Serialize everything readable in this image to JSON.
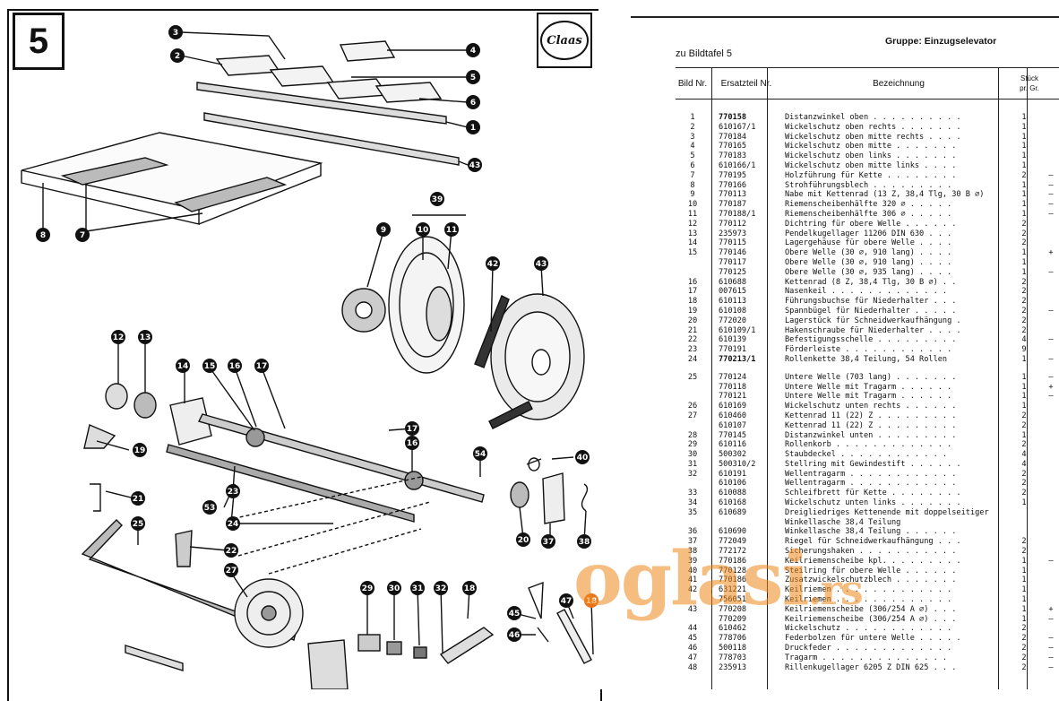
{
  "plate": {
    "number": "5",
    "logo_text": "Claas"
  },
  "diagram": {
    "callouts": [
      "3",
      "2",
      "4",
      "5",
      "6",
      "1",
      "43",
      "8",
      "7",
      "39",
      "9",
      "10",
      "11",
      "42",
      "43",
      "12",
      "13",
      "14",
      "15",
      "16",
      "17",
      "19",
      "17",
      "16",
      "54",
      "40",
      "21",
      "23",
      "53",
      "24",
      "25",
      "22",
      "20",
      "37",
      "38",
      "27",
      "29",
      "30",
      "31",
      "32",
      "18",
      "45",
      "46",
      "47",
      "18"
    ]
  },
  "table": {
    "group_title": "Gruppe: Einzugselevator",
    "plate_ref": "zu Bildtafel 5",
    "headers": {
      "bild": "Bild Nr.",
      "part": "Ersatzteil Nr.",
      "desc": "Bezeichnung",
      "qty": "Stück pr. Gr."
    },
    "rows": [
      {
        "bild": "1",
        "part": "770158",
        "desc": "Distanzwinkel oben . . . . . . . . . .",
        "qty": "1",
        "mark": "",
        "bold": true
      },
      {
        "bild": "2",
        "part": "610167/1",
        "desc": "Wickelschutz oben rechts . . . . . . .",
        "qty": "1",
        "mark": ""
      },
      {
        "bild": "3",
        "part": "770184",
        "desc": "Wickelschutz oben mitte rechts . . . .",
        "qty": "1",
        "mark": ""
      },
      {
        "bild": "4",
        "part": "770165",
        "desc": "Wickelschutz oben mitte . . . . . . .",
        "qty": "1",
        "mark": ""
      },
      {
        "bild": "5",
        "part": "770183",
        "desc": "Wickelschutz oben links . . . . . . .",
        "qty": "1",
        "mark": ""
      },
      {
        "bild": "6",
        "part": "610166/1",
        "desc": "Wickelschutz oben mitte links . . . .",
        "qty": "1",
        "mark": ""
      },
      {
        "bild": "7",
        "part": "770195",
        "desc": "Holzführung für Kette . . . . . . . .",
        "qty": "2",
        "mark": "—"
      },
      {
        "bild": "8",
        "part": "770166",
        "desc": "Strohführungsblech . . . . . . . . .",
        "qty": "1",
        "mark": "—"
      },
      {
        "bild": "9",
        "part": "770113",
        "desc": "Nabe mit Kettenrad (13 Z, 38,4 Tlg, 30 B ⌀)",
        "qty": "1",
        "mark": "—"
      },
      {
        "bild": "10",
        "part": "770187",
        "desc": "Riemenscheibenhälfte 320 ⌀ . . . . .",
        "qty": "1",
        "mark": "—"
      },
      {
        "bild": "11",
        "part": "770188/1",
        "desc": "Riemenscheibenhälfte 306 ⌀ . . . . .",
        "qty": "1",
        "mark": "—"
      },
      {
        "bild": "12",
        "part": "770112",
        "desc": "Dichtring für obere Welle . . . . . .",
        "qty": "2",
        "mark": ""
      },
      {
        "bild": "13",
        "part": "235973",
        "desc": "Pendelkugellager 11206 DIN 630 . . .",
        "qty": "2",
        "mark": ""
      },
      {
        "bild": "14",
        "part": "770115",
        "desc": "Lagergehäuse für obere Welle . . . .",
        "qty": "2",
        "mark": ""
      },
      {
        "bild": "15",
        "part": "770146",
        "desc": "Obere Welle (30 ⌀, 910 lang) . . . .",
        "qty": "1",
        "mark": "+"
      },
      {
        "bild": "",
        "part": "770117",
        "desc": "Obere Welle (30 ⌀, 910 lang) . . . .",
        "qty": "1",
        "mark": ""
      },
      {
        "bild": "",
        "part": "770125",
        "desc": "Obere Welle (30 ⌀, 935 lang) . . . .",
        "qty": "1",
        "mark": "—"
      },
      {
        "bild": "16",
        "part": "610688",
        "desc": "Kettenrad (8 Z, 38,4 Tlg, 30 B ⌀) . .",
        "qty": "2",
        "mark": ""
      },
      {
        "bild": "17",
        "part": "007615",
        "desc": "Nasenkeil . . . . . . . . . . . . .",
        "qty": "2",
        "mark": ""
      },
      {
        "bild": "18",
        "part": "610113",
        "desc": "Führungsbuchse für Niederhalter . . .",
        "qty": "2",
        "mark": ""
      },
      {
        "bild": "19",
        "part": "610108",
        "desc": "Spannbügel für Niederhalter . . . . .",
        "qty": "2",
        "mark": "—"
      },
      {
        "bild": "20",
        "part": "772020",
        "desc": "Lagerstück für Schneidwerkaufhängung .",
        "qty": "2",
        "mark": ""
      },
      {
        "bild": "21",
        "part": "610109/1",
        "desc": "Hakenschraube für Niederhalter . . . .",
        "qty": "2",
        "mark": ""
      },
      {
        "bild": "22",
        "part": "610139",
        "desc": "Befestigungsschelle . . . . . . . . .",
        "qty": "4",
        "mark": "—"
      },
      {
        "bild": "23",
        "part": "770191",
        "desc": "Förderleiste . . . . . . . . . . . .",
        "qty": "9",
        "mark": ""
      },
      {
        "bild": "24",
        "part": "770213/1",
        "desc": "Rollenkette 38,4 Teilung, 54 Rollen",
        "qty": "1",
        "mark": "—",
        "bold": true
      },
      {
        "gap": true
      },
      {
        "bild": "25",
        "part": "770124",
        "desc": "Untere Welle (703 lang) . . . . . . .",
        "qty": "1",
        "mark": "—"
      },
      {
        "bild": "",
        "part": "770118",
        "desc": "Untere Welle mit Tragarm . . . . . .",
        "qty": "1",
        "mark": "+"
      },
      {
        "bild": "",
        "part": "770121",
        "desc": "Untere Welle mit Tragarm . . . . . .",
        "qty": "1",
        "mark": "—"
      },
      {
        "bild": "26",
        "part": "610169",
        "desc": "Wickelschutz unten rechts . . . . . .",
        "qty": "1",
        "mark": ""
      },
      {
        "bild": "27",
        "part": "610460",
        "desc": "Kettenrad 11 (22) Z . . . . . . . . .",
        "qty": "2",
        "mark": ""
      },
      {
        "bild": "",
        "part": "610107",
        "desc": "Kettenrad 11 (22) Z . . . . . . . . .",
        "qty": "2",
        "mark": ""
      },
      {
        "bild": "28",
        "part": "770145",
        "desc": "Distanzwinkel unten . . . . . . . . .",
        "qty": "1",
        "mark": ""
      },
      {
        "bild": "29",
        "part": "610116",
        "desc": "Rollenkorb . . . . . . . . . . . . .",
        "qty": "2",
        "mark": ""
      },
      {
        "bild": "30",
        "part": "500302",
        "desc": "Staubdeckel . . . . . . . . . . . .",
        "qty": "4",
        "mark": ""
      },
      {
        "bild": "31",
        "part": "500310/2",
        "desc": "Stellring mit Gewindestift . . . . . .",
        "qty": "4",
        "mark": ""
      },
      {
        "bild": "32",
        "part": "610191",
        "desc": "Wellentragarm . . . . . . . . . . . .",
        "qty": "2",
        "mark": ""
      },
      {
        "bild": "",
        "part": "610106",
        "desc": "Wellentragarm . . . . . . . . . . . .",
        "qty": "2",
        "mark": ""
      },
      {
        "bild": "33",
        "part": "610088",
        "desc": "Schleifbrett für Kette . . . . . . . .",
        "qty": "2",
        "mark": ""
      },
      {
        "bild": "34",
        "part": "610168",
        "desc": "Wickelschutz unten links . . . . . . .",
        "qty": "1",
        "mark": ""
      },
      {
        "bild": "35",
        "part": "610689",
        "desc": "Dreigliedriges Kettenende mit doppelseitiger",
        "qty": "",
        "mark": ""
      },
      {
        "bild": "",
        "part": "",
        "desc": "  Winkellasche 38,4 Teilung",
        "qty": "",
        "mark": ""
      },
      {
        "bild": "36",
        "part": "610690",
        "desc": "Winkellasche 38,4 Teilung . . . . . .",
        "qty": "",
        "mark": ""
      },
      {
        "bild": "37",
        "part": "772049",
        "desc": "Riegel für Schneidwerkaufhängung . . .",
        "qty": "2",
        "mark": ""
      },
      {
        "bild": "38",
        "part": "772172",
        "desc": "Sicherungshaken . . . . . . . . . . .",
        "qty": "2",
        "mark": ""
      },
      {
        "bild": "39",
        "part": "770186",
        "desc": "Keilriemenscheibe kpl. . . . . . . . .",
        "qty": "1",
        "mark": "—"
      },
      {
        "bild": "40",
        "part": "770128",
        "desc": "Steilring für obere Welle . . . . . .",
        "qty": "1",
        "mark": ""
      },
      {
        "bild": "41",
        "part": "770186",
        "desc": "Zusatzwickelschutzblech . . . . . . .",
        "qty": "1",
        "mark": ""
      },
      {
        "bild": "42",
        "part": "631221",
        "desc": "Keilriemen . . . . . . . . . . . . .",
        "qty": "1",
        "mark": ""
      },
      {
        "bild": "",
        "part": "756051",
        "desc": "Keilriemen . . . . . . . . . . . . .",
        "qty": "1",
        "mark": ""
      },
      {
        "bild": "43",
        "part": "770208",
        "desc": "Keilriemenscheibe (306/254 A ⌀) . . .",
        "qty": "1",
        "mark": "+"
      },
      {
        "bild": "",
        "part": "770209",
        "desc": "Keilriemenscheibe (306/254 A ⌀) . . .",
        "qty": "1",
        "mark": "—"
      },
      {
        "bild": "44",
        "part": "610462",
        "desc": "Wickelschutz . . . . . . . . . . . .",
        "qty": "2",
        "mark": ""
      },
      {
        "bild": "45",
        "part": "778706",
        "desc": "Federbolzen für untere Welle . . . . .",
        "qty": "2",
        "mark": "—"
      },
      {
        "bild": "46",
        "part": "500118",
        "desc": "Druckfeder . . . . . . . . . . . . .",
        "qty": "2",
        "mark": "—"
      },
      {
        "bild": "47",
        "part": "778703",
        "desc": "Tragarm . . . . . . . . . . . . . .",
        "qty": "2",
        "mark": "—"
      },
      {
        "bild": "48",
        "part": "235913",
        "desc": "Rillenkugellager 6205 Z DIN 625 . . .",
        "qty": "2",
        "mark": "—"
      }
    ]
  },
  "watermark": {
    "main": "oglasi",
    "suffix": ".rs"
  }
}
